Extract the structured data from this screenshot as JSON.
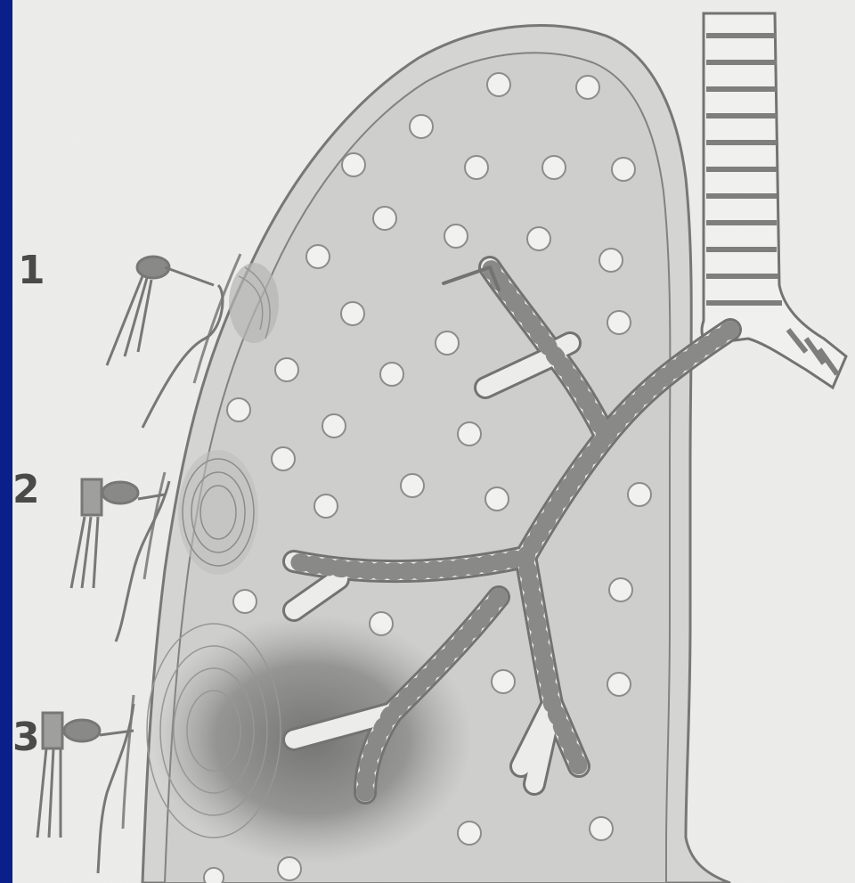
{
  "colors": {
    "frame": "#0a1f8a",
    "paper": "#ededeb",
    "lung_fill": "#c3c3c1",
    "outline": "#3a3a3a",
    "dark_lesion": "#3c3c3c",
    "airway_light": "#f4f4f2"
  },
  "labels": {
    "stage_1": "1",
    "stage_2": "2",
    "stage_3": "3"
  },
  "icons": {
    "mosquito_stage_1": "mosquito-icon",
    "mosquito_stage_2": "mosquito-icon",
    "mosquito_stage_3": "mosquito-icon"
  }
}
